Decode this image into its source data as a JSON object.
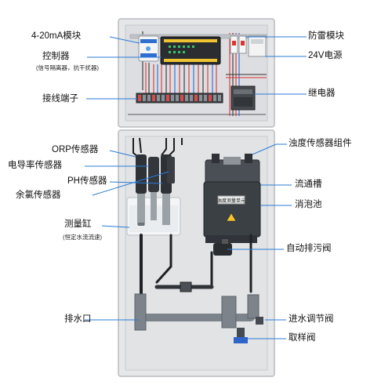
{
  "labels": {
    "module_4_20": "4-20mA模块",
    "controller": "控制器",
    "controller_note": "(信号隔离器，抗干扰器)",
    "terminal": "接线端子",
    "orp": "ORP传感器",
    "conductivity": "电导率传感器",
    "ph": "PH传感器",
    "chlorine": "余氯传感器",
    "cylinder": "测量缸",
    "cylinder_note": "(恒定水流流速)",
    "drain": "排水口",
    "lightning": "防雷模块",
    "power": "24V电源",
    "relay": "继电器",
    "turbidity_assembly": "浊度传感器组件",
    "flow_tank": "流通槽",
    "bubble_tank": "消泡池",
    "auto_valve": "自动排污阀",
    "inlet_valve": "进水调节阀",
    "sample_valve": "取样阀"
  },
  "device_plate": "浊度测量单元",
  "colors": {
    "cabinet": "#e9eaec",
    "cabinet_edge": "#b9bcc0",
    "pipe": "#6c7278",
    "sensor": "#2e3236",
    "plc": "#2b2d30",
    "leader": "#2a7bd8"
  }
}
